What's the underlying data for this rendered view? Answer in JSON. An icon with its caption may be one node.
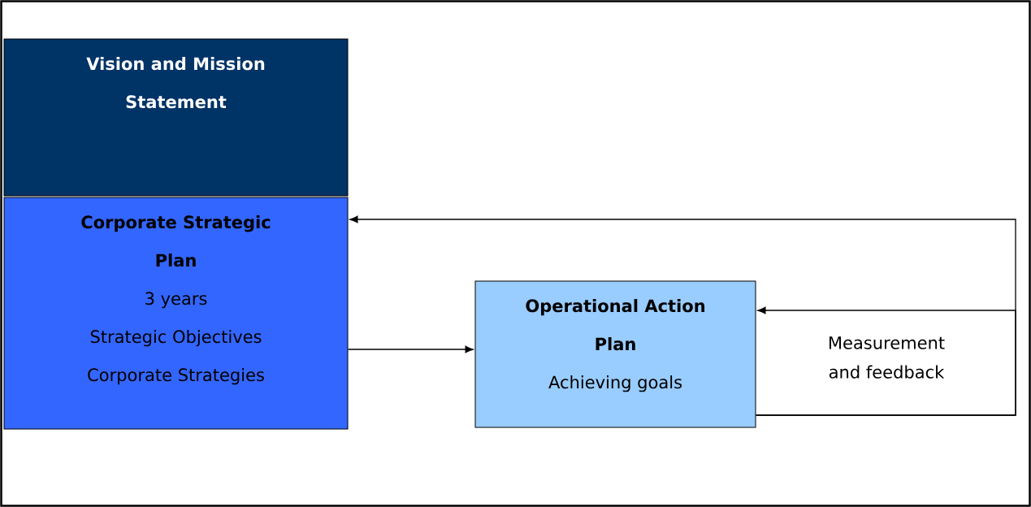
{
  "diagram": {
    "nodes": [
      {
        "text": [
          "Vision and Mission Statement"
        ]
      },
      {
        "text": [
          "Corporate Strategic Plan",
          "3 years",
          "Strategic Objectives",
          "Corporate Strategies"
        ]
      },
      {
        "text": [
          "Operational Action Plan",
          "Achieving goals"
        ]
      }
    ],
    "edges": [
      {
        "from": 1,
        "to": 2,
        "arrow": "to"
      },
      {
        "from": 2,
        "to": 1,
        "arrow": "to"
      },
      {
        "from": 2,
        "to": 2,
        "arrow": "to"
      }
    ],
    "labels": [
      "Measurement and feedback"
    ]
  }
}
